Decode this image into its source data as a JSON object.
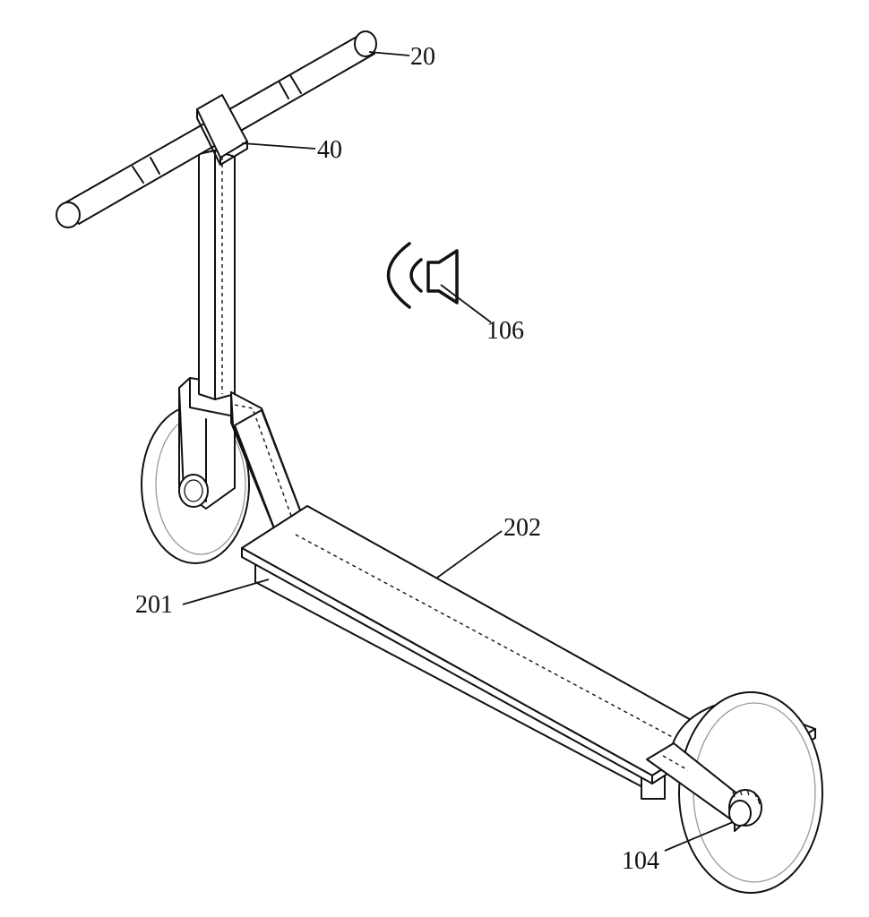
{
  "labels": {
    "handlebar": "20",
    "control_module": "40",
    "speaker": "106",
    "deck": "202",
    "deck_base": "201",
    "rear_hub": "104"
  },
  "icons": {
    "speaker": "speaker-sound-icon"
  }
}
